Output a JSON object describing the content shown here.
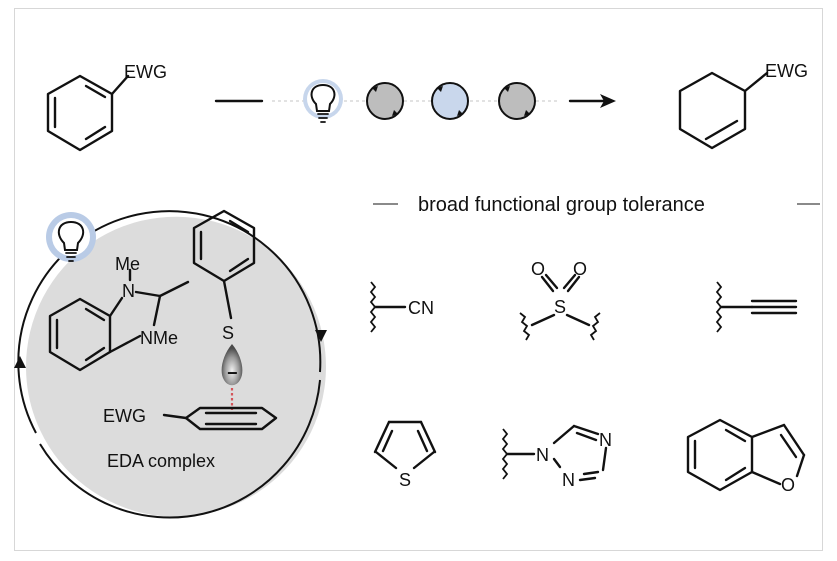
{
  "scheme": {
    "reactant_substituent": "EWG",
    "product_substituent": "EWG",
    "icons": [
      "lightbulb-icon",
      "cycle-icon-gray",
      "cycle-icon-blue",
      "cycle-icon-gray"
    ]
  },
  "mechanism": {
    "methyl_top": "Me",
    "n_top": "N",
    "n_bottom_me": "NMe",
    "sulfur": "S",
    "charge": "−",
    "ewg": "EWG",
    "caption": "EDA complex"
  },
  "tolerance": {
    "heading": "broad functional group tolerance",
    "cn": "CN",
    "sulfone_o1": "O",
    "sulfone_o2": "O",
    "sulfone_s": "S",
    "thiophene_s": "S",
    "triazole_n1": "N",
    "triazole_n2": "N",
    "triazole_n3": "N",
    "furan_o": "O"
  },
  "colors": {
    "circle_fill": "#dcdcdc",
    "blue_fill": "#c9d7ec",
    "bulb_glow": "#b9cbe6",
    "dashed_red": "#d4555a"
  }
}
